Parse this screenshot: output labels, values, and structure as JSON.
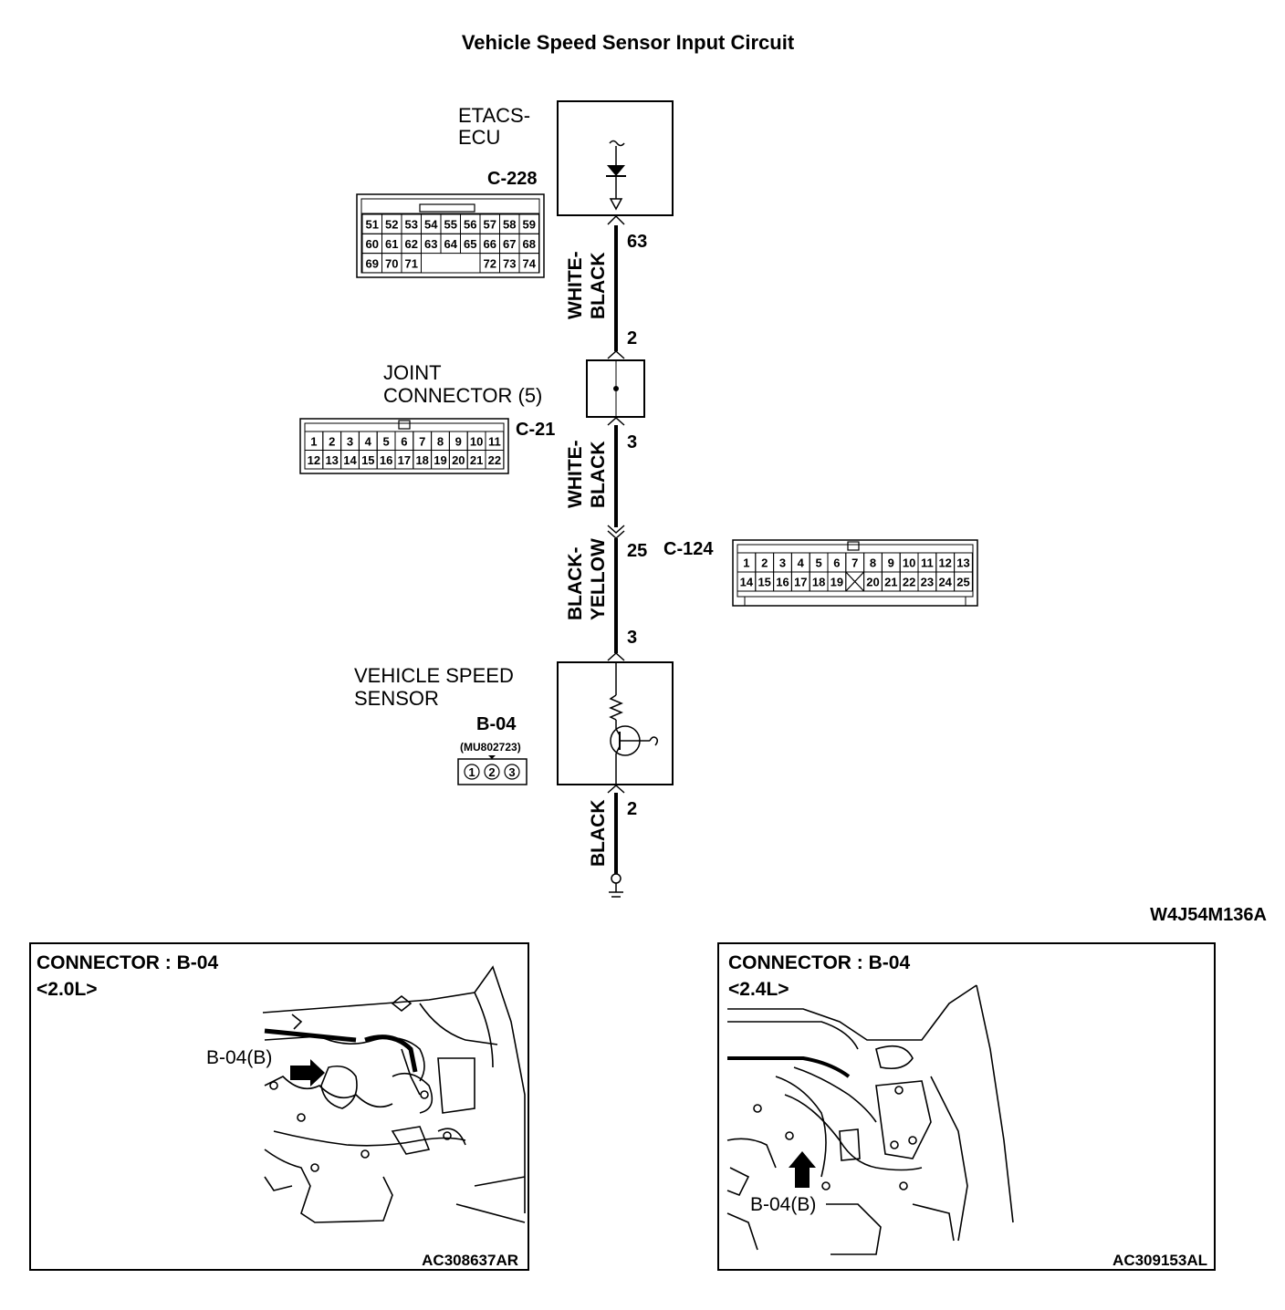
{
  "title": "Vehicle Speed Sensor Input Circuit",
  "drawing_code": "W4J54M136A",
  "components": {
    "etacs": {
      "name_line1": "ETACS-",
      "name_line2": "ECU",
      "connector": "C-228"
    },
    "joint": {
      "name_line1": "JOINT",
      "name_line2": "CONNECTOR (5)",
      "connector": "C-21"
    },
    "inline": {
      "connector": "C-124"
    },
    "sensor": {
      "name_line1": "VEHICLE SPEED",
      "name_line2": "SENSOR",
      "connector": "B-04",
      "part_no": "(MU802723)"
    }
  },
  "pins": {
    "etacs_out": "63",
    "joint_in": "2",
    "joint_out": "3",
    "c124": "25",
    "sensor_in": "3",
    "sensor_gnd": "2"
  },
  "wires": {
    "w1_line1": "WHITE-",
    "w1_line2": "BLACK",
    "w2_line1": "WHITE-",
    "w2_line2": "BLACK",
    "w3_line1": "BLACK-",
    "w3_line2": "YELLOW",
    "w4": "BLACK"
  },
  "c228_grid": {
    "row1": [
      "51",
      "52",
      "53",
      "54",
      "55",
      "56",
      "57",
      "58",
      "59"
    ],
    "row2": [
      "60",
      "61",
      "62",
      "63",
      "64",
      "65",
      "66",
      "67",
      "68"
    ],
    "row3": [
      "69",
      "70",
      "71",
      "",
      "",
      "",
      "72",
      "73",
      "74"
    ]
  },
  "c21_grid": {
    "row1": [
      "1",
      "2",
      "3",
      "4",
      "5",
      "6",
      "7",
      "8",
      "9",
      "10",
      "11"
    ],
    "row2": [
      "12",
      "13",
      "14",
      "15",
      "16",
      "17",
      "18",
      "19",
      "20",
      "21",
      "22"
    ]
  },
  "c124_grid": {
    "row1": [
      "1",
      "2",
      "3",
      "4",
      "5",
      "6",
      "7",
      "8",
      "9",
      "10",
      "11",
      "12",
      "13"
    ],
    "row2": [
      "14",
      "15",
      "16",
      "17",
      "18",
      "19",
      "",
      "20",
      "21",
      "22",
      "23",
      "24",
      "25"
    ]
  },
  "b04_pins": [
    "1",
    "2",
    "3"
  ],
  "panels": {
    "left": {
      "heading": "CONNECTOR : B-04",
      "variant": "<2.0L>",
      "callout": "B-04(B)",
      "ref": "AC308637AR"
    },
    "right": {
      "heading": "CONNECTOR : B-04",
      "variant": "<2.4L>",
      "callout": "B-04(B)",
      "ref": "AC309153AL"
    }
  }
}
